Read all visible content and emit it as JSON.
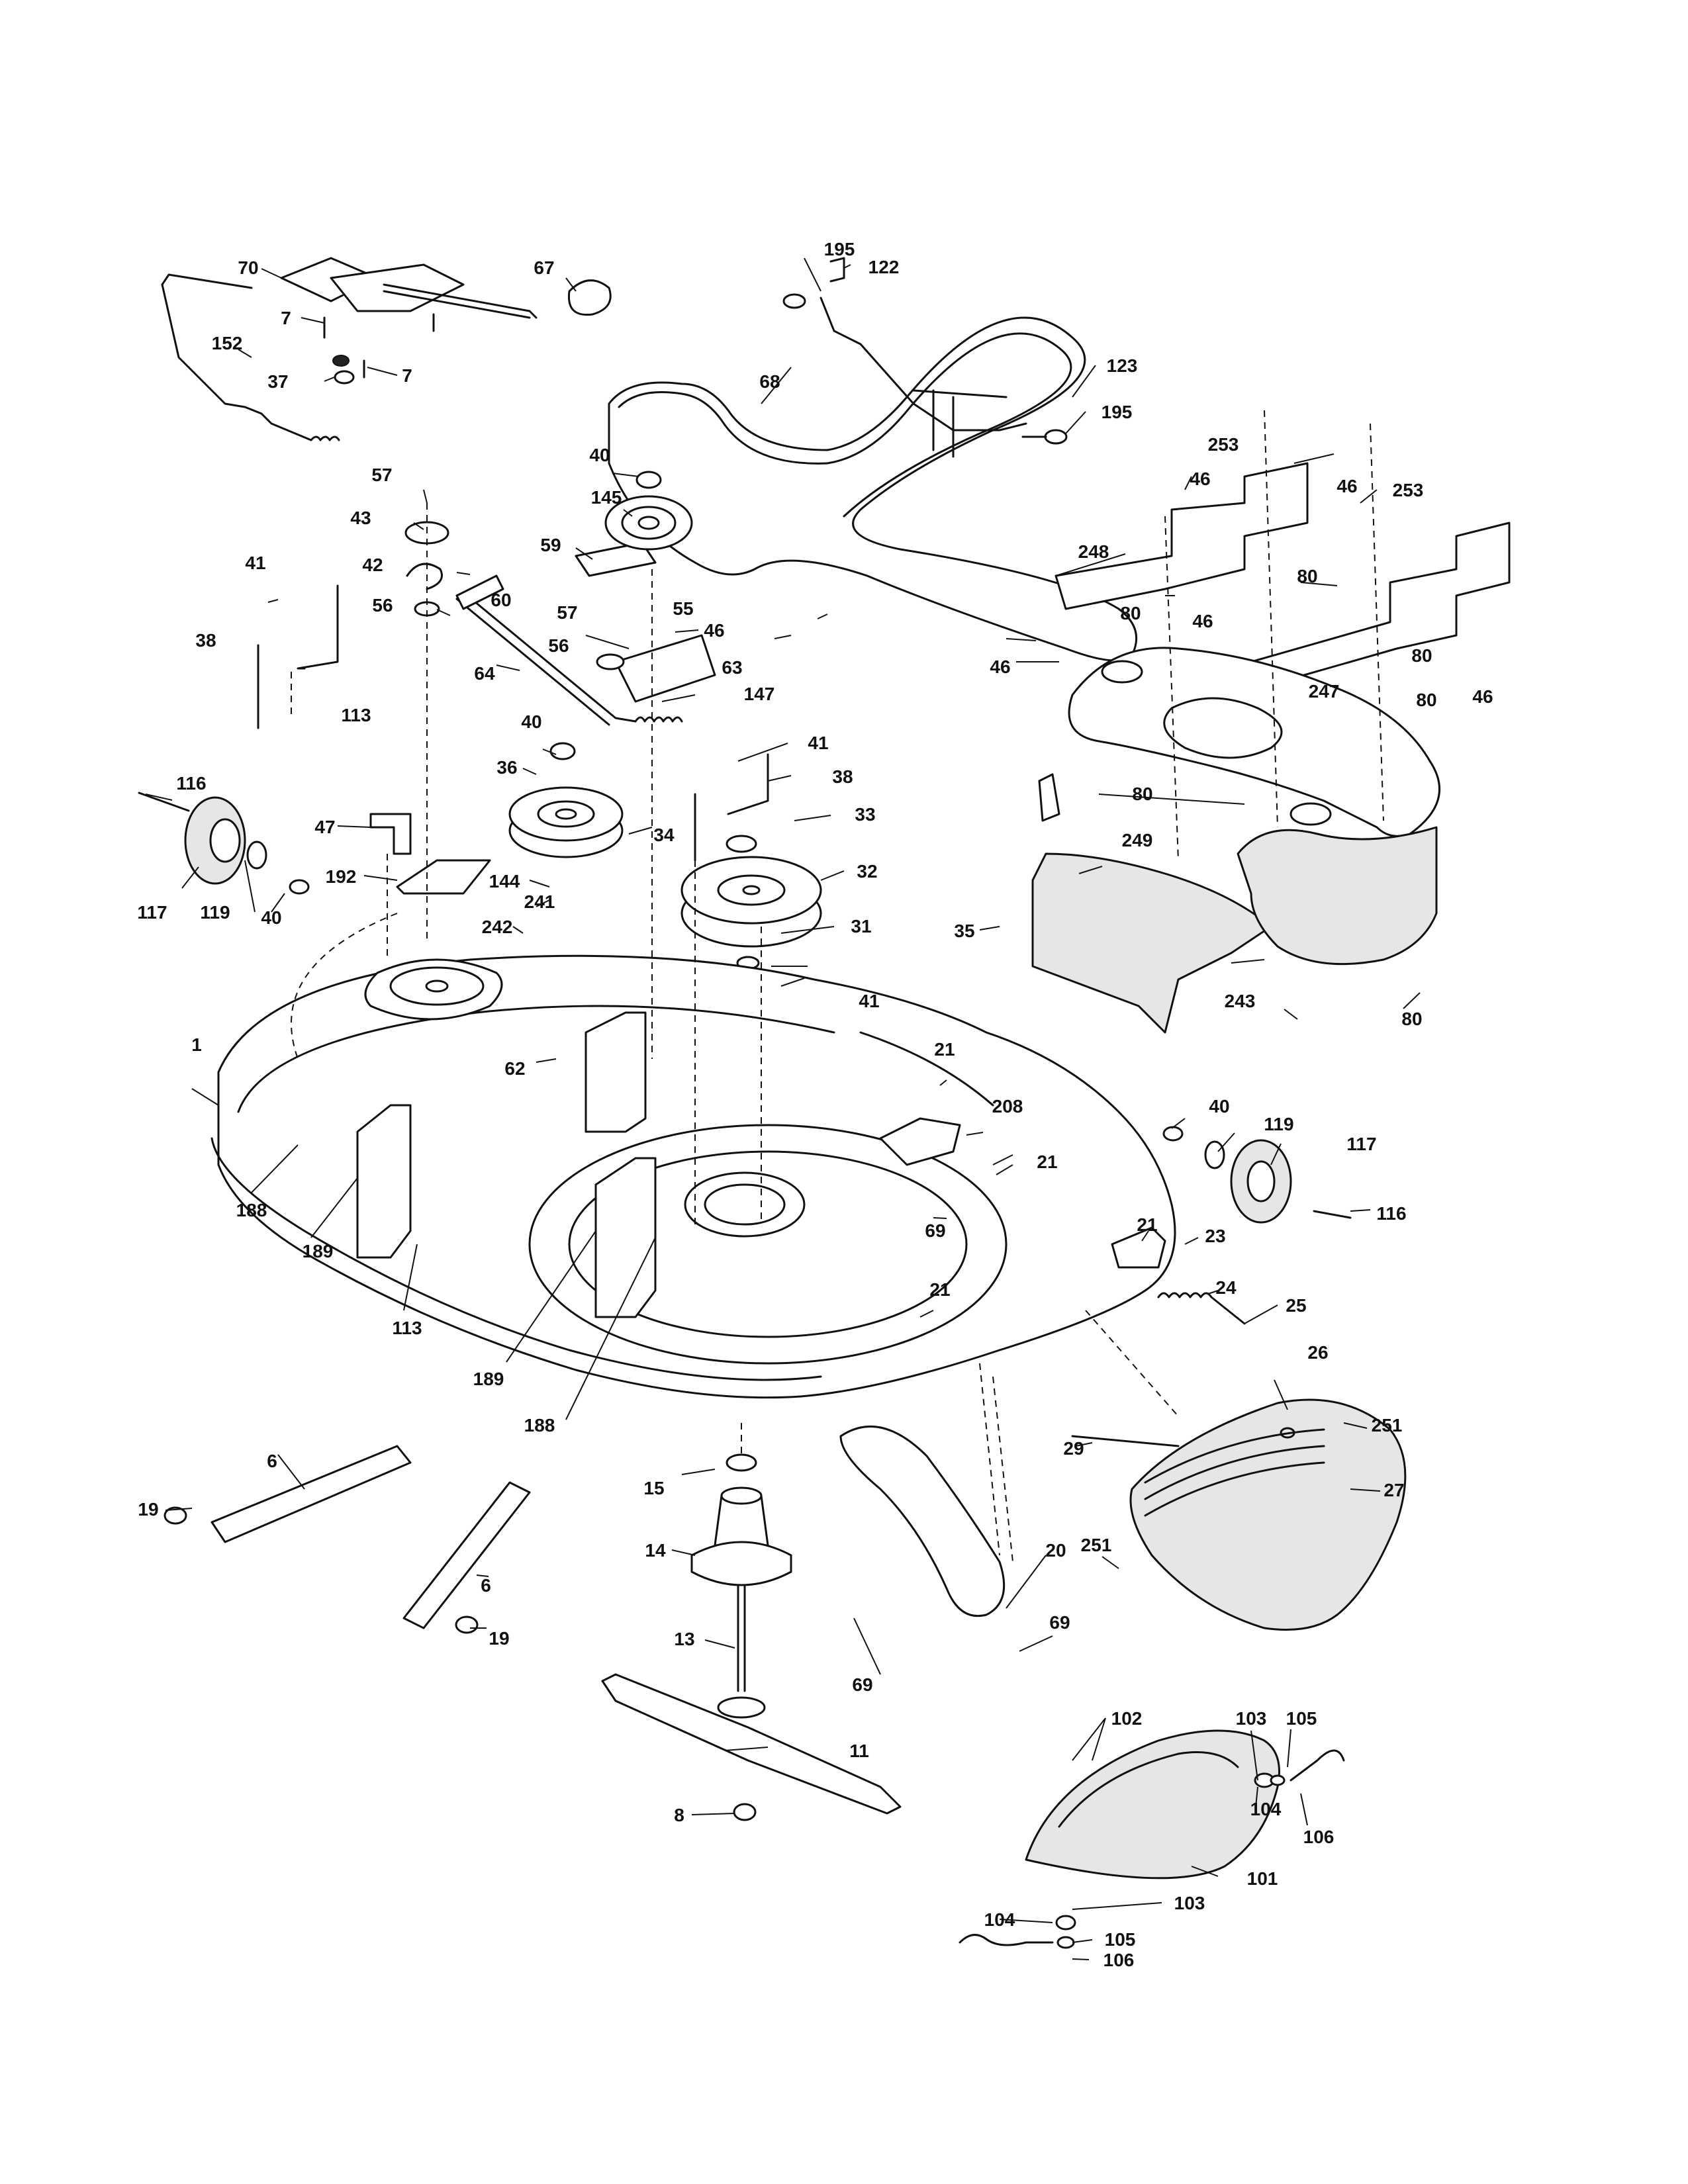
{
  "diagram": {
    "labels": [
      {
        "id": "70",
        "text": "70"
      },
      {
        "id": "67",
        "text": "67"
      },
      {
        "id": "195a",
        "text": "195"
      },
      {
        "id": "122",
        "text": "122"
      },
      {
        "id": "7a",
        "text": "7"
      },
      {
        "id": "152",
        "text": "152"
      },
      {
        "id": "7b",
        "text": "7"
      },
      {
        "id": "37",
        "text": "37"
      },
      {
        "id": "68",
        "text": "68"
      },
      {
        "id": "123",
        "text": "123"
      },
      {
        "id": "195b",
        "text": "195"
      },
      {
        "id": "253a",
        "text": "253"
      },
      {
        "id": "46a",
        "text": "46"
      },
      {
        "id": "46b",
        "text": "46"
      },
      {
        "id": "253b",
        "text": "253"
      },
      {
        "id": "40a",
        "text": "40"
      },
      {
        "id": "57a",
        "text": "57"
      },
      {
        "id": "145",
        "text": "145"
      },
      {
        "id": "43",
        "text": "43"
      },
      {
        "id": "59",
        "text": "59"
      },
      {
        "id": "248",
        "text": "248"
      },
      {
        "id": "42",
        "text": "42"
      },
      {
        "id": "41a",
        "text": "41"
      },
      {
        "id": "80a",
        "text": "80"
      },
      {
        "id": "56a",
        "text": "56"
      },
      {
        "id": "60",
        "text": "60"
      },
      {
        "id": "57b",
        "text": "57"
      },
      {
        "id": "55",
        "text": "55"
      },
      {
        "id": "80b",
        "text": "80"
      },
      {
        "id": "46c",
        "text": "46"
      },
      {
        "id": "38a",
        "text": "38"
      },
      {
        "id": "56b",
        "text": "56"
      },
      {
        "id": "46d",
        "text": "46"
      },
      {
        "id": "80c",
        "text": "80"
      },
      {
        "id": "46e",
        "text": "46"
      },
      {
        "id": "64",
        "text": "64"
      },
      {
        "id": "63",
        "text": "63"
      },
      {
        "id": "247",
        "text": "247"
      },
      {
        "id": "80d",
        "text": "80"
      },
      {
        "id": "46f",
        "text": "46"
      },
      {
        "id": "147",
        "text": "147"
      },
      {
        "id": "113a",
        "text": "113"
      },
      {
        "id": "40b",
        "text": "40"
      },
      {
        "id": "41b",
        "text": "41"
      },
      {
        "id": "116a",
        "text": "116"
      },
      {
        "id": "36",
        "text": "36"
      },
      {
        "id": "38b",
        "text": "38"
      },
      {
        "id": "47",
        "text": "47"
      },
      {
        "id": "33",
        "text": "33"
      },
      {
        "id": "80e",
        "text": "80"
      },
      {
        "id": "34",
        "text": "34"
      },
      {
        "id": "249",
        "text": "249"
      },
      {
        "id": "192",
        "text": "192"
      },
      {
        "id": "144",
        "text": "144"
      },
      {
        "id": "32",
        "text": "32"
      },
      {
        "id": "117a",
        "text": "117"
      },
      {
        "id": "119a",
        "text": "119"
      },
      {
        "id": "40c",
        "text": "40"
      },
      {
        "id": "241",
        "text": "241"
      },
      {
        "id": "35",
        "text": "35"
      },
      {
        "id": "242",
        "text": "242"
      },
      {
        "id": "31",
        "text": "31"
      },
      {
        "id": "41c",
        "text": "41"
      },
      {
        "id": "243",
        "text": "243"
      },
      {
        "id": "80f",
        "text": "80"
      },
      {
        "id": "1",
        "text": "1"
      },
      {
        "id": "21a",
        "text": "21"
      },
      {
        "id": "62",
        "text": "62"
      },
      {
        "id": "208",
        "text": "208"
      },
      {
        "id": "40d",
        "text": "40"
      },
      {
        "id": "119b",
        "text": "119"
      },
      {
        "id": "117b",
        "text": "117"
      },
      {
        "id": "21b",
        "text": "21"
      },
      {
        "id": "188a",
        "text": "188"
      },
      {
        "id": "69a",
        "text": "69"
      },
      {
        "id": "116b",
        "text": "116"
      },
      {
        "id": "189a",
        "text": "189"
      },
      {
        "id": "21c",
        "text": "21"
      },
      {
        "id": "23",
        "text": "23"
      },
      {
        "id": "113b",
        "text": "113"
      },
      {
        "id": "24",
        "text": "24"
      },
      {
        "id": "25",
        "text": "25"
      },
      {
        "id": "21d",
        "text": "21"
      },
      {
        "id": "189b",
        "text": "189"
      },
      {
        "id": "26",
        "text": "26"
      },
      {
        "id": "188b",
        "text": "188"
      },
      {
        "id": "251a",
        "text": "251"
      },
      {
        "id": "6a",
        "text": "6"
      },
      {
        "id": "29",
        "text": "29"
      },
      {
        "id": "15",
        "text": "15"
      },
      {
        "id": "27",
        "text": "27"
      },
      {
        "id": "19a",
        "text": "19"
      },
      {
        "id": "14",
        "text": "14"
      },
      {
        "id": "251b",
        "text": "251"
      },
      {
        "id": "20",
        "text": "20"
      },
      {
        "id": "6b",
        "text": "6"
      },
      {
        "id": "69b",
        "text": "69"
      },
      {
        "id": "19b",
        "text": "19"
      },
      {
        "id": "13",
        "text": "13"
      },
      {
        "id": "69c",
        "text": "69"
      },
      {
        "id": "11",
        "text": "11"
      },
      {
        "id": "102",
        "text": "102"
      },
      {
        "id": "103a",
        "text": "103"
      },
      {
        "id": "105a",
        "text": "105"
      },
      {
        "id": "8",
        "text": "8"
      },
      {
        "id": "104a",
        "text": "104"
      },
      {
        "id": "106a",
        "text": "106"
      },
      {
        "id": "101",
        "text": "101"
      },
      {
        "id": "103b",
        "text": "103"
      },
      {
        "id": "104b",
        "text": "104"
      },
      {
        "id": "105b",
        "text": "105"
      },
      {
        "id": "106b",
        "text": "106"
      }
    ]
  }
}
